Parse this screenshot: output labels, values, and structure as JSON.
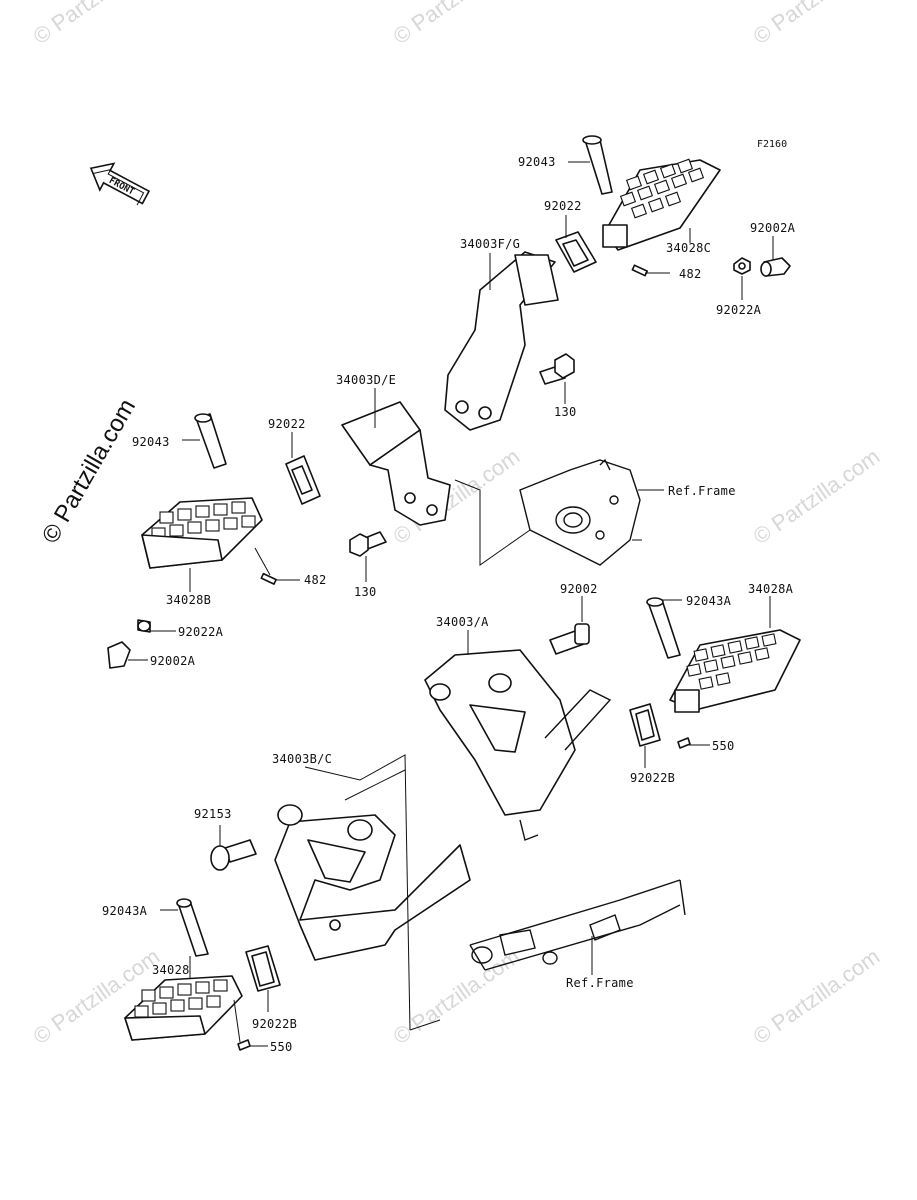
{
  "figure_code": "F2160",
  "front_badge": "FRONT",
  "watermark": "© Partzilla.com",
  "labels": {
    "p92043_top": "92043",
    "p92022_top": "92022",
    "p34003fg": "34003F/G",
    "p34028c": "34028C",
    "p482_top": "482",
    "p92002a_top": "92002A",
    "p92022a_top": "92022A",
    "p130_top": "130",
    "p34003de": "34003D/E",
    "p92043_left": "92043",
    "p92022_mid": "92022",
    "p482_left": "482",
    "p34028b": "34028B",
    "p130_mid": "130",
    "p92022a_left": "92022A",
    "p92002a_left": "92002A",
    "ref_frame_top": "Ref.Frame",
    "p92002": "92002",
    "p34003a": "34003/A",
    "p92043a_right": "92043A",
    "p34028a": "34028A",
    "p550_right": "550",
    "p92022b_right": "92022B",
    "p34003bc": "34003B/C",
    "p92153": "92153",
    "p92043a_left": "92043A",
    "p34028": "34028",
    "p92022b_left": "92022B",
    "p550_left": "550",
    "ref_frame_bottom": "Ref.Frame"
  }
}
